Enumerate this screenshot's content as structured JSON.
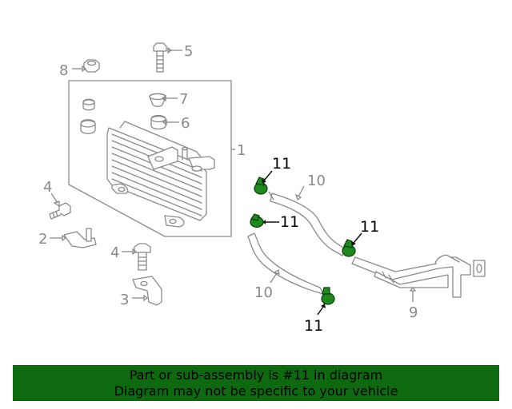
{
  "callouts": {
    "c1": "1",
    "c2": "2",
    "c3": "3",
    "c4a": "4",
    "c4b": "4",
    "c5": "5",
    "c6": "6",
    "c7": "7",
    "c8": "8",
    "c9": "9",
    "c10a": "10",
    "c10b": "10",
    "c11a": "11",
    "c11b": "11",
    "c11c": "11",
    "c11d": "11"
  },
  "highlight_color": "#1e8a1e",
  "banner": {
    "line1": "Part or sub-assembly is #11 in diagram",
    "line2": "Diagram may not be specific to your vehicle",
    "background": "#0e6a0e"
  }
}
